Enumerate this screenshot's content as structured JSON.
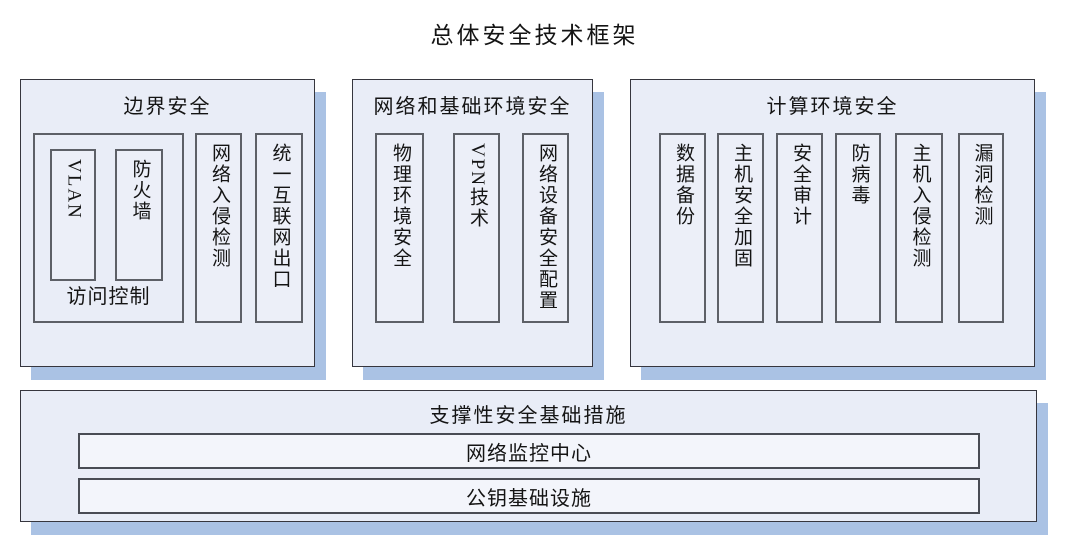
{
  "diagram": {
    "title": "总体安全技术框架",
    "panels": [
      {
        "title": "边界安全",
        "group": {
          "label": "访问控制",
          "items": [
            "VLAN",
            "防火墙"
          ]
        },
        "items": [
          "网络入侵检测",
          "统一互联网出口"
        ]
      },
      {
        "title": "网络和基础环境安全",
        "items": [
          "物理环境安全",
          "VPN技术",
          "网络设备安全配置"
        ]
      },
      {
        "title": "计算环境安全",
        "items": [
          "数据备份",
          "主机安全加固",
          "安全审计",
          "防病毒",
          "主机入侵检测",
          "漏洞检测"
        ]
      }
    ],
    "support": {
      "title": "支撑性安全基础措施",
      "rows": [
        "网络监控中心",
        "公钥基础设施"
      ]
    },
    "colors": {
      "panel_fill": "#e9edf7",
      "item_fill": "#eceff8",
      "row_fill": "#f3f5fb",
      "shadow": "#aac2e4",
      "panel_border": "#36363e",
      "item_border": "#5d6067",
      "row_border": "#494c54",
      "text": "#141414"
    }
  }
}
